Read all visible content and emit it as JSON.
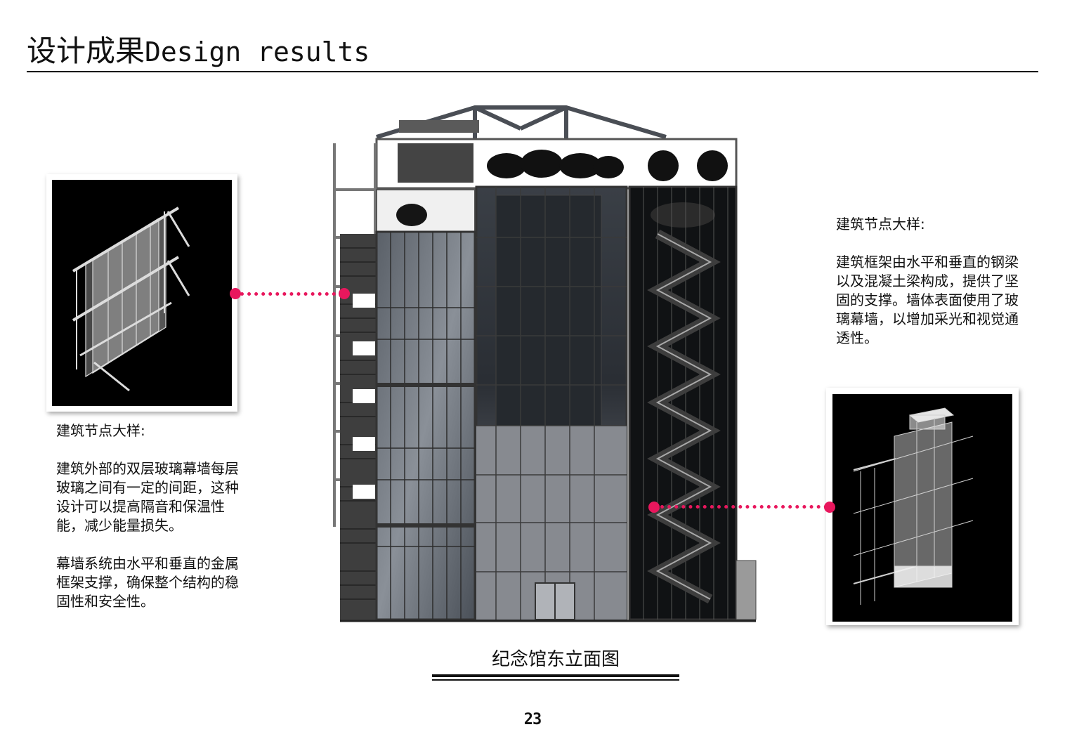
{
  "header": {
    "title_cn": "设计成果",
    "title_en": "Design results"
  },
  "left_note": {
    "heading": "建筑节点大样:",
    "paragraph1": "建筑外部的双层玻璃幕墙每层玻璃之间有一定的间距，这种设计可以提高隔音和保温性能，减少能量损失。",
    "paragraph2": "幕墙系统由水平和垂直的金属框架支撑，确保整个结构的稳固性和安全性。"
  },
  "right_note": {
    "heading": "建筑节点大样:",
    "paragraph1": "建筑框架由水平和垂直的钢梁以及混凝土梁构成，提供了坚固的支撑。墙体表面使用了玻璃幕墙，以增加采光和视觉通透性。"
  },
  "drawing": {
    "caption": "纪念馆东立面图"
  },
  "colors": {
    "accent": "#e8175d"
  },
  "footer": {
    "page_number": "23"
  }
}
